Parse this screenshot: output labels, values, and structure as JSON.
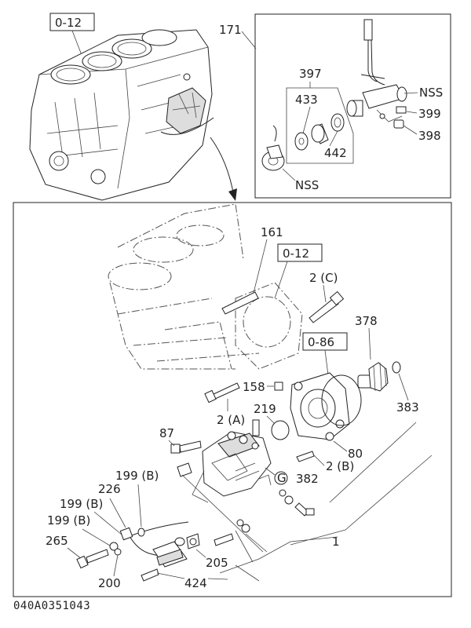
{
  "figure_code": "040A0351043",
  "references": {
    "block_top": "0-12",
    "block_main": "0-12",
    "gear_case": "0-86"
  },
  "callouts": {
    "c171": "171",
    "c397": "397",
    "c433": "433",
    "c442": "442",
    "nss_1": "NSS",
    "nss_2": "NSS",
    "c399": "399",
    "c398": "398",
    "c161": "161",
    "c2C": "2 (C)",
    "c378": "378",
    "c158": "158",
    "c2A": "2 (A)",
    "c219": "219",
    "c383": "383",
    "c87": "87",
    "c80": "80",
    "c2B": "2 (B)",
    "c199B_1": "199 (B)",
    "c226": "226",
    "cG": "G",
    "c382": "382",
    "c199B_2": "199 (B)",
    "c199B_3": "199 (B)",
    "c265": "265",
    "c1": "1",
    "c205": "205",
    "c200": "200",
    "c424": "424"
  }
}
